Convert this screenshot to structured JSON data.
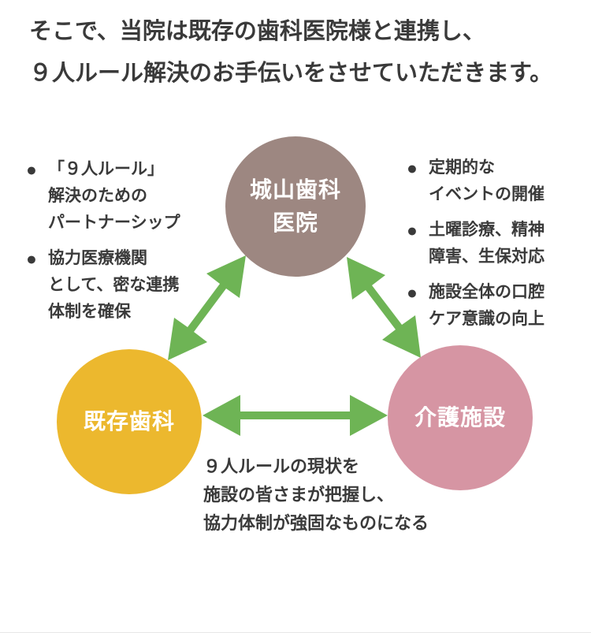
{
  "page": {
    "background_color": "#ffffff",
    "text_color": "#3a3a3a"
  },
  "title": {
    "line1": "そこで、当院は既存の歯科医院様と連携し、",
    "line2": "９人ルール解決のお手伝いをさせていただきます。"
  },
  "diagram": {
    "arrow_color": "#6eb455",
    "nodes": {
      "clinic": {
        "label_line1": "城山歯科",
        "label_line2": "医院",
        "color": "#9d8781"
      },
      "existing": {
        "label": "既存歯科",
        "color": "#ecb82e"
      },
      "care": {
        "label": "介護施設",
        "color": "#d695a3"
      }
    },
    "notes": {
      "bullet": "●",
      "left": {
        "items": [
          {
            "lines": [
              "「９人ルール」",
              "解決のための",
              "パートナーシップ"
            ]
          },
          {
            "lines": [
              "協力医療機関",
              "として、密な連携",
              "体制を確保"
            ]
          }
        ]
      },
      "right": {
        "items": [
          {
            "lines": [
              "定期的な",
              "イベントの開催"
            ]
          },
          {
            "lines": [
              "土曜診療、精神",
              "障害、生保対応"
            ]
          },
          {
            "lines": [
              "施設全体の口腔",
              "ケア意識の向上"
            ]
          }
        ]
      },
      "bottom": {
        "lines": [
          "９人ルールの現状を",
          "施設の皆さまが把握し、",
          "協力体制が強固なものになる"
        ]
      }
    }
  }
}
